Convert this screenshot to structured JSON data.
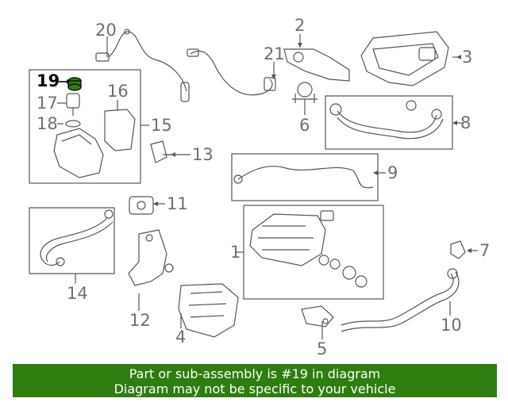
{
  "callouts": {
    "c1": "1",
    "c2": "2",
    "c3": "3",
    "c4": "4",
    "c5": "5",
    "c6": "6",
    "c7": "7",
    "c8": "8",
    "c9": "9",
    "c10": "10",
    "c11": "11",
    "c12": "12",
    "c13": "13",
    "c14": "14",
    "c15": "15",
    "c16": "16",
    "c17": "17",
    "c18": "18",
    "c19": "19",
    "c20": "20",
    "c21": "21"
  },
  "highlight": {
    "part": "19",
    "color": "#2e7d0f"
  },
  "banner": {
    "line1": "Part or sub-assembly is #19 in diagram",
    "line2": "Diagram may not be specific to your vehicle",
    "background": "#2e7d0f"
  }
}
